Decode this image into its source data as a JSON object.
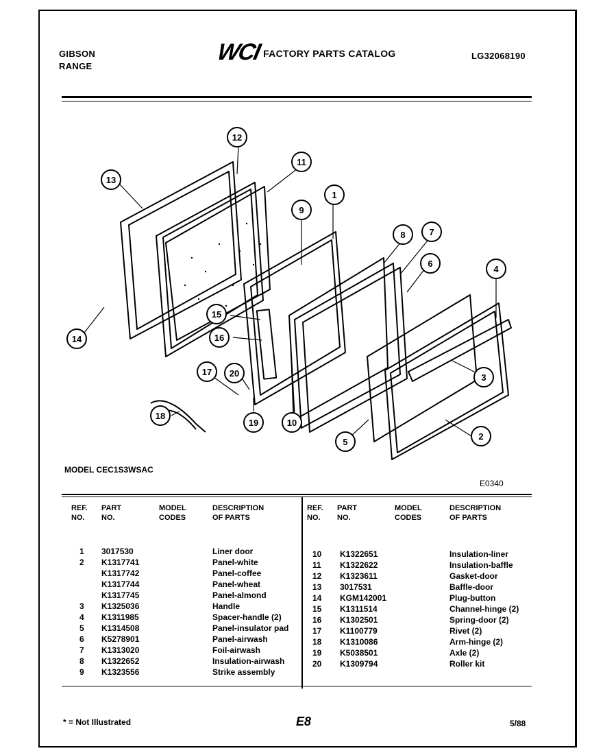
{
  "header": {
    "brand_line1": "GIBSON",
    "brand_line2": "RANGE",
    "logo": "WCI",
    "catalog_title": "FACTORY PARTS CATALOG",
    "doc_number": "LG32068190"
  },
  "model_label": "MODEL CEC1S3WSAC",
  "figure_code": "E0340",
  "callouts": [
    "1",
    "2",
    "3",
    "4",
    "5",
    "6",
    "7",
    "8",
    "9",
    "10",
    "11",
    "12",
    "13",
    "14",
    "15",
    "16",
    "17",
    "18",
    "19",
    "20"
  ],
  "table": {
    "headers": {
      "ref": [
        "REF.",
        "NO."
      ],
      "part": [
        "PART",
        "NO."
      ],
      "codes": [
        "MODEL",
        "CODES"
      ],
      "desc": [
        "DESCRIPTION",
        "OF PARTS"
      ]
    },
    "left_rows": [
      {
        "ref": "1",
        "part": "3017530",
        "desc": "Liner door"
      },
      {
        "ref": "2",
        "part": "K1317741",
        "desc": "Panel-white"
      },
      {
        "ref": "",
        "part": "K1317742",
        "desc": "Panel-coffee"
      },
      {
        "ref": "",
        "part": "K1317744",
        "desc": "Panel-wheat"
      },
      {
        "ref": "",
        "part": "K1317745",
        "desc": "Panel-almond"
      },
      {
        "ref": "3",
        "part": "K1325036",
        "desc": "Handle"
      },
      {
        "ref": "4",
        "part": "K1311985",
        "desc": "Spacer-handle (2)"
      },
      {
        "ref": "5",
        "part": "K1314508",
        "desc": "Panel-insulator pad"
      },
      {
        "ref": "6",
        "part": "K5278901",
        "desc": "Panel-airwash"
      },
      {
        "ref": "7",
        "part": "K1313020",
        "desc": "Foil-airwash"
      },
      {
        "ref": "8",
        "part": "K1322652",
        "desc": "Insulation-airwash"
      },
      {
        "ref": "9",
        "part": "K1323556",
        "desc": "Strike assembly"
      }
    ],
    "right_rows": [
      {
        "ref": "10",
        "part": "K1322651",
        "desc": "Insulation-liner"
      },
      {
        "ref": "11",
        "part": "K1322622",
        "desc": "Insulation-baffle"
      },
      {
        "ref": "12",
        "part": "K1323611",
        "desc": "Gasket-door"
      },
      {
        "ref": "13",
        "part": "3017531",
        "desc": "Baffle-door"
      },
      {
        "ref": "14",
        "part": "KGM142001",
        "desc": "Plug-button"
      },
      {
        "ref": "15",
        "part": "K1311514",
        "desc": "Channel-hinge (2)"
      },
      {
        "ref": "16",
        "part": "K1302501",
        "desc": "Spring-door (2)"
      },
      {
        "ref": "17",
        "part": "K1100779",
        "desc": "Rivet (2)"
      },
      {
        "ref": "18",
        "part": "K1310086",
        "desc": "Arm-hinge (2)"
      },
      {
        "ref": "19",
        "part": "K5038501",
        "desc": "Axle (2)"
      },
      {
        "ref": "20",
        "part": "K1309794",
        "desc": "Roller kit"
      }
    ]
  },
  "footer": {
    "note": "* = Not Illustrated",
    "page": "E8",
    "date": "5/88"
  }
}
